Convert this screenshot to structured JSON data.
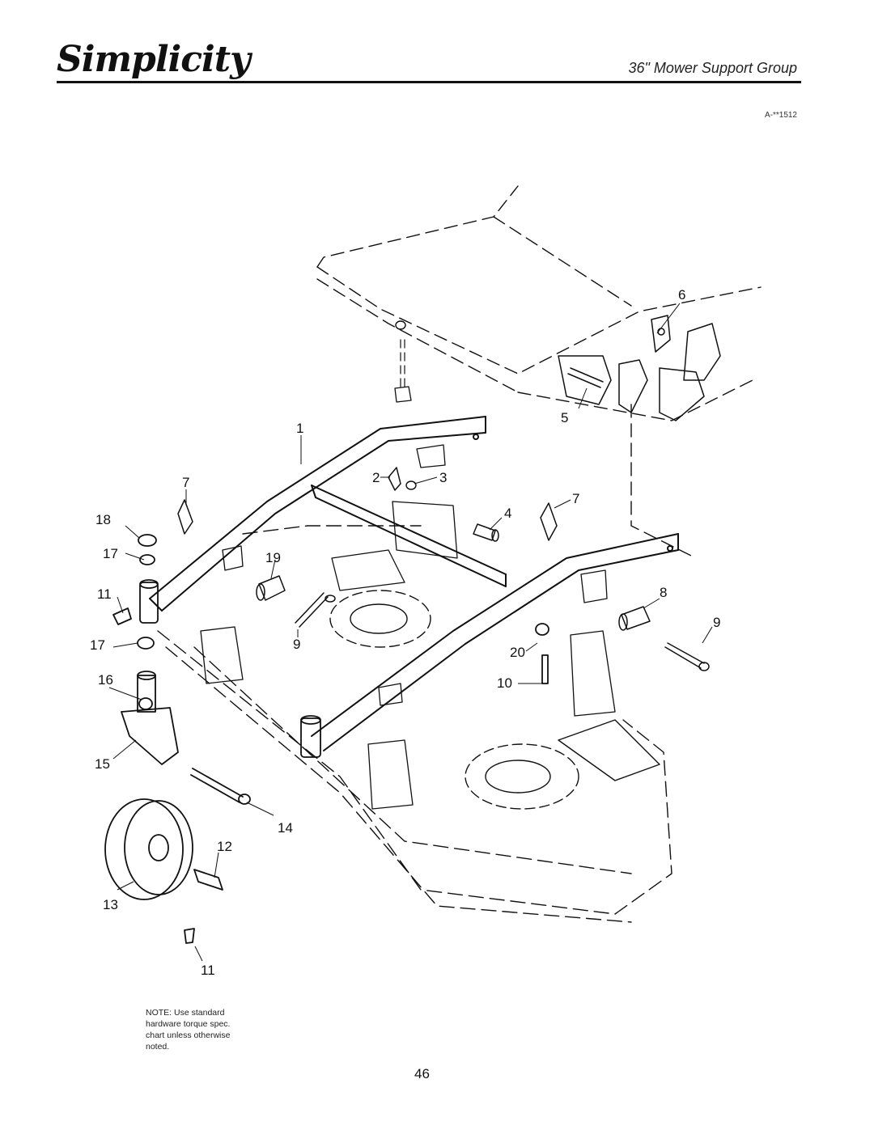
{
  "header": {
    "brand": "Simplicity",
    "title": "36\" Mower Support Group",
    "drawing_number": "A-**1512"
  },
  "callouts": [
    {
      "id": "c1",
      "label": "1"
    },
    {
      "id": "c2",
      "label": "2"
    },
    {
      "id": "c3",
      "label": "3"
    },
    {
      "id": "c4",
      "label": "4"
    },
    {
      "id": "c5",
      "label": "5"
    },
    {
      "id": "c6",
      "label": "6"
    },
    {
      "id": "c7a",
      "label": "7"
    },
    {
      "id": "c7b",
      "label": "7"
    },
    {
      "id": "c8",
      "label": "8"
    },
    {
      "id": "c9a",
      "label": "9"
    },
    {
      "id": "c9b",
      "label": "9"
    },
    {
      "id": "c10",
      "label": "10"
    },
    {
      "id": "c11a",
      "label": "11"
    },
    {
      "id": "c11b",
      "label": "11"
    },
    {
      "id": "c12",
      "label": "12"
    },
    {
      "id": "c13",
      "label": "13"
    },
    {
      "id": "c14",
      "label": "14"
    },
    {
      "id": "c15",
      "label": "15"
    },
    {
      "id": "c16",
      "label": "16"
    },
    {
      "id": "c17a",
      "label": "17"
    },
    {
      "id": "c17b",
      "label": "17"
    },
    {
      "id": "c18",
      "label": "18"
    },
    {
      "id": "c19",
      "label": "19"
    },
    {
      "id": "c20",
      "label": "20"
    }
  ],
  "note": "NOTE: Use standard hardware torque spec. chart unless otherwise noted.",
  "page_number": "46"
}
